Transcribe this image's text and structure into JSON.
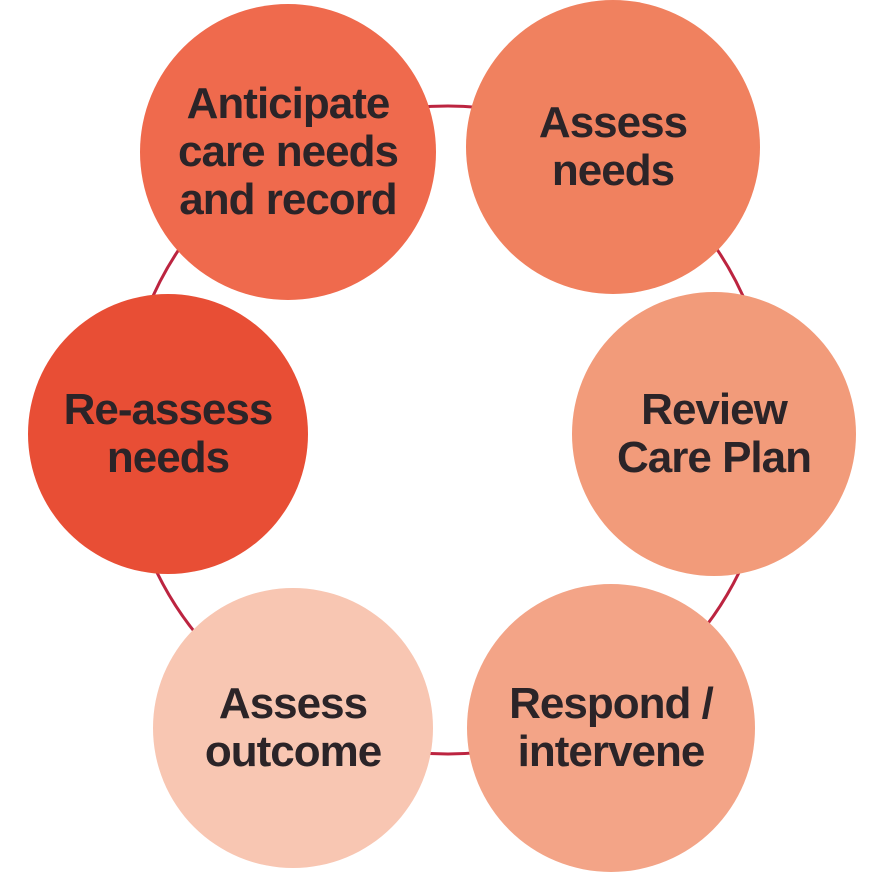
{
  "diagram": {
    "description": "Six-step circular care cycle",
    "background_color": "#ffffff",
    "ring_color": "#bc2440",
    "text_color": "#2b2428",
    "nodes": [
      {
        "id": "assess-needs",
        "label": "Assess needs",
        "lines": [
          "Assess",
          "needs"
        ],
        "position": "top-right",
        "color": "#f0815f"
      },
      {
        "id": "review-care-plan",
        "label": "Review Care Plan",
        "lines": [
          "Review",
          "Care Plan"
        ],
        "position": "right",
        "color": "#f29b7a"
      },
      {
        "id": "respond-intervene",
        "label": "Respond / intervene",
        "lines": [
          "Respond /",
          "intervene"
        ],
        "position": "bottom-right",
        "color": "#f3a487"
      },
      {
        "id": "assess-outcome",
        "label": "Assess outcome",
        "lines": [
          "Assess",
          "outcome"
        ],
        "position": "bottom-left",
        "color": "#f8c6b2"
      },
      {
        "id": "re-assess-needs",
        "label": "Re-assess needs",
        "lines": [
          "Re-assess",
          "needs"
        ],
        "position": "left",
        "color": "#e84e35"
      },
      {
        "id": "anticipate-care-needs",
        "label": "Anticipate care needs and record",
        "lines": [
          "Anticipate",
          "care needs",
          "and record"
        ],
        "position": "top-left",
        "color": "#ef6a4d"
      }
    ]
  }
}
